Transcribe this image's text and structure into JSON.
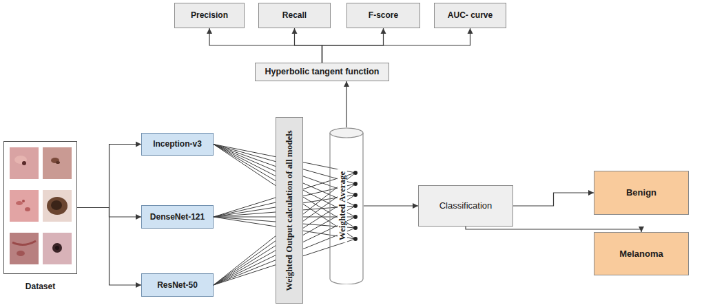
{
  "diagram": {
    "nodes": [
      {
        "text": [
          "Precision"
        ]
      },
      {
        "text": [
          "Recall"
        ]
      },
      {
        "text": [
          "F-score"
        ]
      },
      {
        "text": [
          "AUC- curve"
        ]
      },
      {
        "text": [
          "Hyperbolic tangent function"
        ]
      },
      {
        "text": [
          "Dataset"
        ]
      },
      {
        "text": [
          "Inception-v3"
        ]
      },
      {
        "text": [
          "DenseNet-121"
        ]
      },
      {
        "text": [
          "ResNet-50"
        ]
      },
      {
        "text": [
          "Weighted Output calculation of all models"
        ]
      },
      {
        "text": [
          "Weighted Average"
        ]
      },
      {
        "text": [
          "Classification"
        ]
      },
      {
        "text": [
          "Benign"
        ]
      },
      {
        "text": [
          "Melanoma"
        ]
      }
    ],
    "edges": [
      {
        "from": 4,
        "to": 0,
        "arrow": "to"
      },
      {
        "from": 4,
        "to": 1,
        "arrow": "to"
      },
      {
        "from": 4,
        "to": 2,
        "arrow": "to"
      },
      {
        "from": 4,
        "to": 3,
        "arrow": "to"
      },
      {
        "from": 10,
        "to": 4,
        "arrow": "to"
      },
      {
        "from": 5,
        "to": 6,
        "arrow": "to"
      },
      {
        "from": 5,
        "to": 7,
        "arrow": "to"
      },
      {
        "from": 5,
        "to": 8,
        "arrow": "to"
      },
      {
        "from": 6,
        "to": 10,
        "arrow": "none"
      },
      {
        "from": 7,
        "to": 10,
        "arrow": "none"
      },
      {
        "from": 8,
        "to": 10,
        "arrow": "none"
      },
      {
        "from": 10,
        "to": 11,
        "arrow": "to"
      },
      {
        "from": 11,
        "to": 12,
        "arrow": "to"
      },
      {
        "from": 11,
        "to": 13,
        "arrow": "to"
      }
    ]
  }
}
